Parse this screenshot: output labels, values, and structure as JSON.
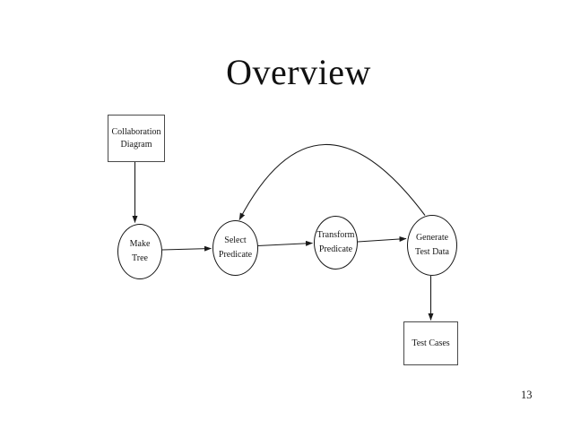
{
  "slide": {
    "title": "Overview",
    "page_number": "13",
    "colors": {
      "background": "#ffffff",
      "line": "#1a1a1a",
      "text": "#161616",
      "rect_border": "#4a4a4a"
    }
  },
  "diagram": {
    "nodes": [
      {
        "id": "collaboration-diagram",
        "shape": "rectangle",
        "label_lines": [
          "Collaboration",
          "Diagram"
        ]
      },
      {
        "id": "make-tree",
        "shape": "ellipse",
        "label_lines": [
          "Make",
          "Tree"
        ]
      },
      {
        "id": "select-predicate",
        "shape": "ellipse",
        "label_lines": [
          "Select",
          "Predicate"
        ]
      },
      {
        "id": "transform-predicate",
        "shape": "ellipse",
        "label_lines": [
          "Transform",
          "Predicate"
        ]
      },
      {
        "id": "generate-test-data",
        "shape": "ellipse",
        "label_lines": [
          "Generate",
          "Test Data"
        ]
      },
      {
        "id": "test-cases",
        "shape": "rectangle",
        "label_lines": [
          "Test Cases"
        ]
      }
    ],
    "edges": [
      {
        "from": "collaboration-diagram",
        "to": "make-tree",
        "type": "straight-arrow"
      },
      {
        "from": "make-tree",
        "to": "select-predicate",
        "type": "straight-arrow"
      },
      {
        "from": "select-predicate",
        "to": "transform-predicate",
        "type": "straight-arrow"
      },
      {
        "from": "transform-predicate",
        "to": "generate-test-data",
        "type": "straight-arrow"
      },
      {
        "from": "generate-test-data",
        "to": "select-predicate",
        "type": "curved-arrow-feedback"
      },
      {
        "from": "generate-test-data",
        "to": "test-cases",
        "type": "straight-arrow"
      }
    ]
  }
}
